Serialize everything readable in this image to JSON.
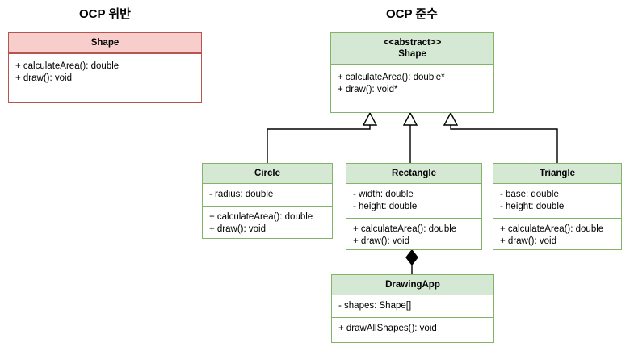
{
  "diagram": {
    "titles": {
      "left": "OCP 위반",
      "right": "OCP 준수"
    },
    "colors": {
      "green_fill": "#d5e8d4",
      "green_border": "#82b366",
      "red_fill": "#f8cecc",
      "red_border": "#b85450",
      "body_fill": "#ffffff",
      "edge": "#000000"
    },
    "classes": {
      "violation_shape": {
        "name": "Shape",
        "stereotype": "",
        "attributes": [],
        "methods": [
          "+ calculateArea(): double",
          "+ draw(): void"
        ]
      },
      "abstract_shape": {
        "name": "Shape",
        "stereotype": "<<abstract>>",
        "attributes": [],
        "methods": [
          "+ calculateArea(): double*",
          "+ draw(): void*"
        ]
      },
      "circle": {
        "name": "Circle",
        "stereotype": "",
        "attributes": [
          "- radius: double"
        ],
        "methods": [
          "+ calculateArea(): double",
          "+ draw(): void"
        ]
      },
      "rectangle": {
        "name": "Rectangle",
        "stereotype": "",
        "attributes": [
          "- width: double",
          "- height: double"
        ],
        "methods": [
          "+ calculateArea(): double",
          "+ draw(): void"
        ]
      },
      "triangle": {
        "name": "Triangle",
        "stereotype": "",
        "attributes": [
          "- base: double",
          "- height: double"
        ],
        "methods": [
          "+ calculateArea(): double",
          "+ draw(): void"
        ]
      },
      "drawing_app": {
        "name": "DrawingApp",
        "stereotype": "",
        "attributes": [
          "- shapes: Shape[]"
        ],
        "methods": [
          "+ drawAllShapes(): void"
        ]
      }
    },
    "relationships": [
      {
        "type": "generalization",
        "from": "Circle",
        "to": "Shape"
      },
      {
        "type": "generalization",
        "from": "Rectangle",
        "to": "Shape"
      },
      {
        "type": "generalization",
        "from": "Triangle",
        "to": "Shape"
      },
      {
        "type": "composition",
        "from": "DrawingApp",
        "to": "Rectangle"
      }
    ]
  }
}
